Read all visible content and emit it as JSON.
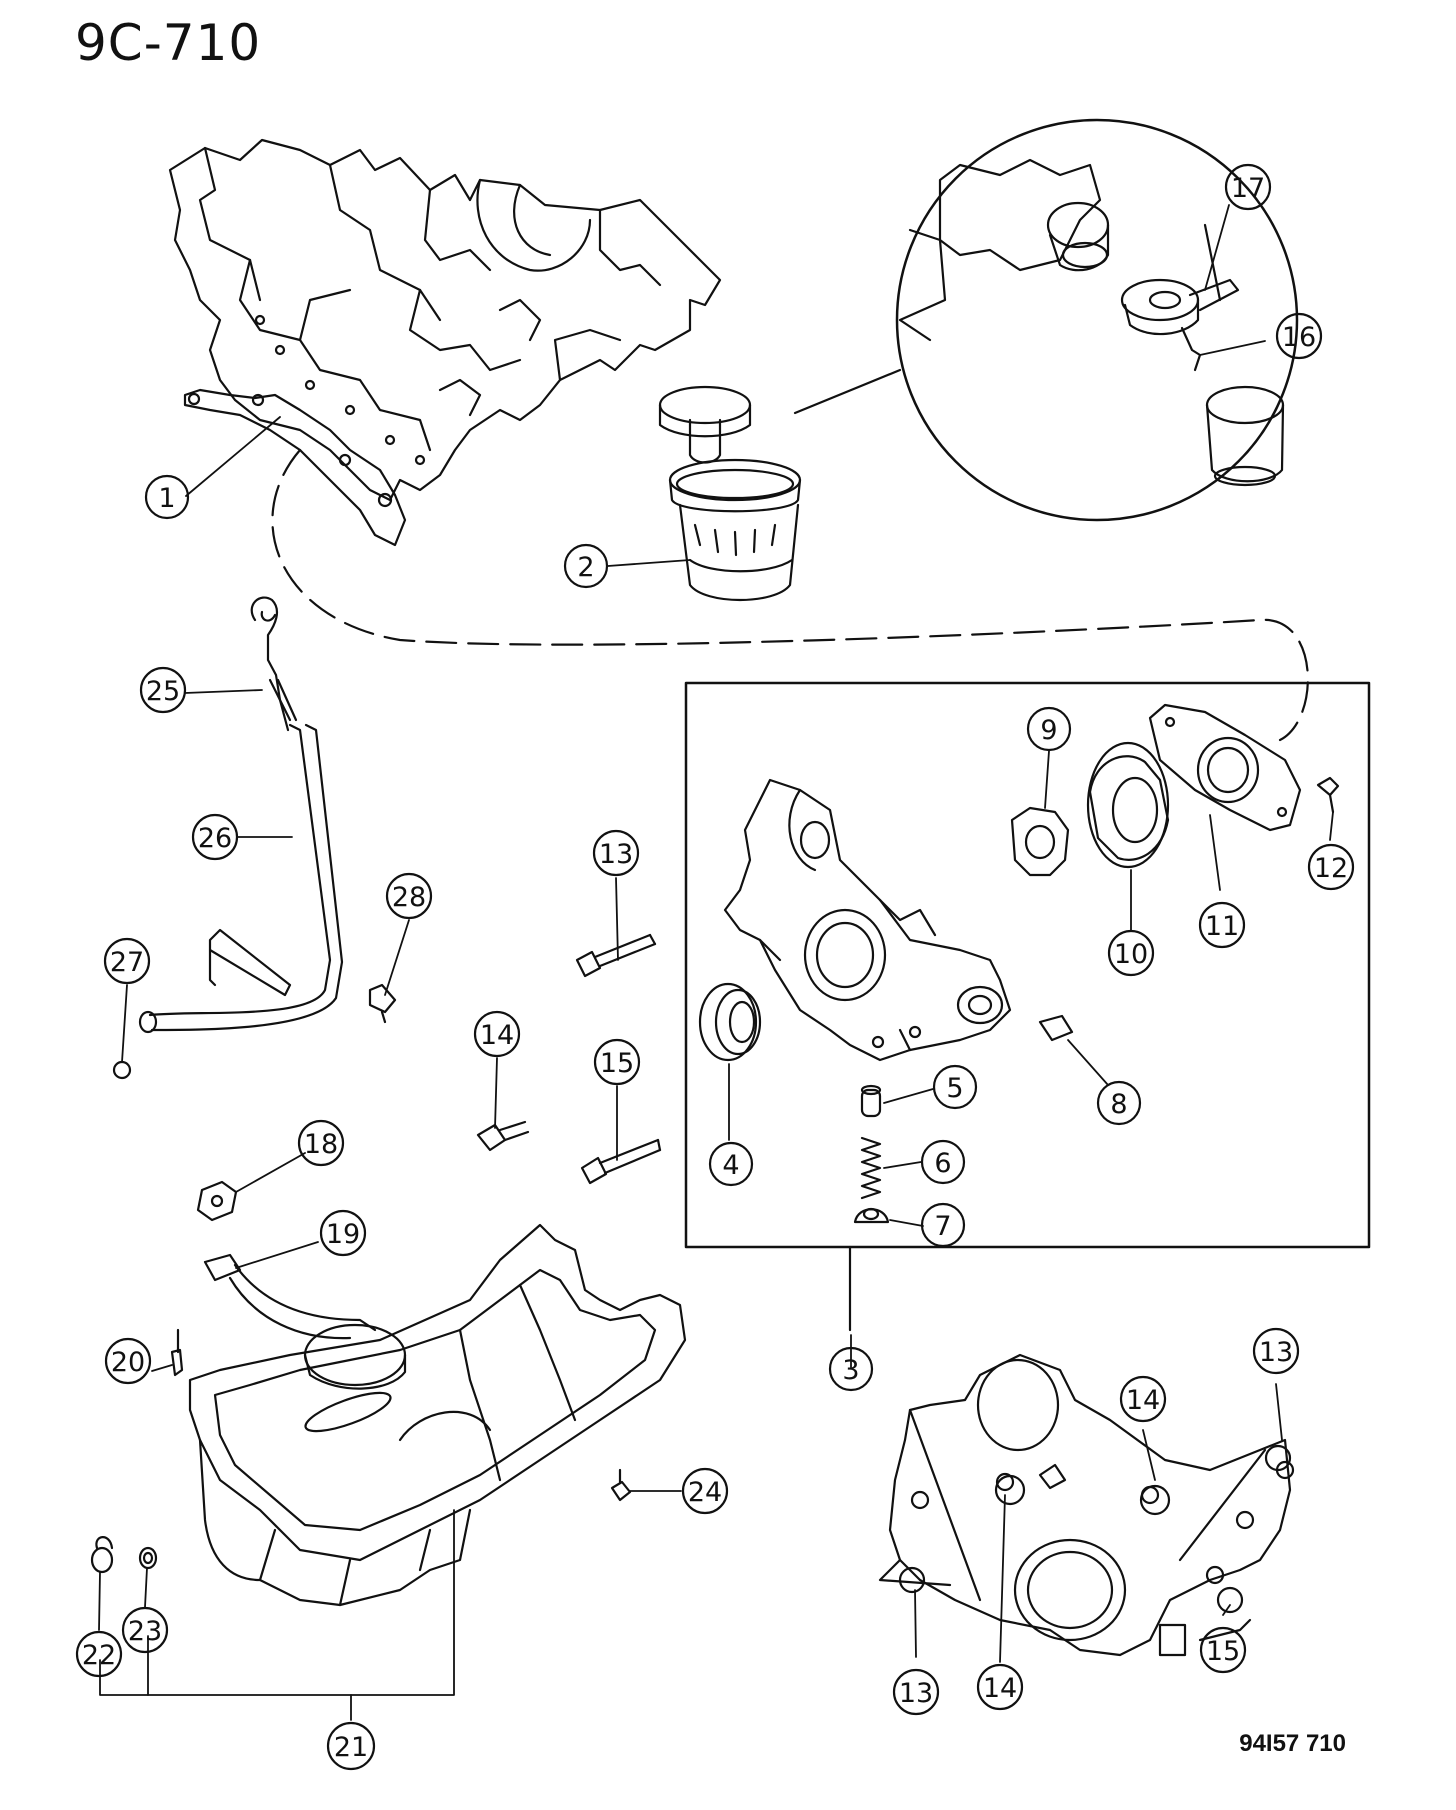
{
  "sheet_id": "9C-710",
  "drawing_number": "94I57 710",
  "callouts": [
    {
      "id": "c1",
      "label": "1"
    },
    {
      "id": "c2",
      "label": "2"
    },
    {
      "id": "c3",
      "label": "3"
    },
    {
      "id": "c4",
      "label": "4"
    },
    {
      "id": "c5",
      "label": "5"
    },
    {
      "id": "c6",
      "label": "6"
    },
    {
      "id": "c7",
      "label": "7"
    },
    {
      "id": "c8",
      "label": "8"
    },
    {
      "id": "c9",
      "label": "9"
    },
    {
      "id": "c10",
      "label": "10"
    },
    {
      "id": "c11",
      "label": "11"
    },
    {
      "id": "c12",
      "label": "12"
    },
    {
      "id": "c13a",
      "label": "13"
    },
    {
      "id": "c13b",
      "label": "13"
    },
    {
      "id": "c13c",
      "label": "13"
    },
    {
      "id": "c14a",
      "label": "14"
    },
    {
      "id": "c14b",
      "label": "14"
    },
    {
      "id": "c14c",
      "label": "14"
    },
    {
      "id": "c15a",
      "label": "15"
    },
    {
      "id": "c15b",
      "label": "15"
    },
    {
      "id": "c16",
      "label": "16"
    },
    {
      "id": "c17",
      "label": "17"
    },
    {
      "id": "c18",
      "label": "18"
    },
    {
      "id": "c19",
      "label": "19"
    },
    {
      "id": "c20",
      "label": "20"
    },
    {
      "id": "c21",
      "label": "21"
    },
    {
      "id": "c22",
      "label": "22"
    },
    {
      "id": "c23",
      "label": "23"
    },
    {
      "id": "c24",
      "label": "24"
    },
    {
      "id": "c25",
      "label": "25"
    },
    {
      "id": "c26",
      "label": "26"
    },
    {
      "id": "c27",
      "label": "27"
    },
    {
      "id": "c28",
      "label": "28"
    }
  ]
}
